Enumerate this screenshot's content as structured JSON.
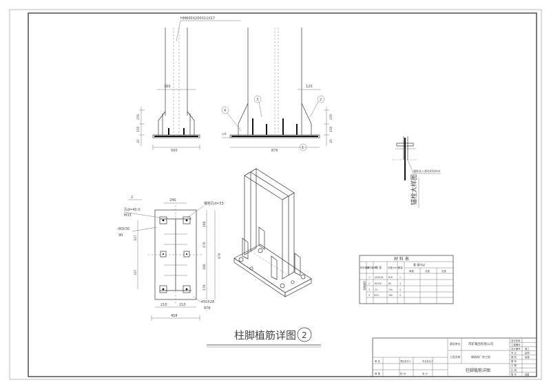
{
  "drawing": {
    "main_title": "柱脚植筋详图",
    "detail_number": "2",
    "detail_label": "锚栓大样图"
  },
  "elevation_left": {
    "member_label": "HM600X200X11X17",
    "top_dim": "360",
    "side_dims": [
      "250",
      "150",
      "20"
    ],
    "base_dim": "500"
  },
  "elevation_right": {
    "callouts": [
      "4",
      "3",
      "2",
      "1"
    ],
    "top_dim": "120",
    "side_dims": [
      "250",
      "150",
      "20"
    ],
    "base_dim": "876",
    "level_mark": "±0"
  },
  "plan": {
    "hole_left": "孔d=40.0",
    "bolt_size": "M33",
    "plate_left": "-80X30",
    "plate_left_sub": "90",
    "hole_right": "锚栓孔d=33",
    "top_dim": "240",
    "left_dim_a": "337",
    "left_dim_b": "337",
    "right_dims": [
      "186",
      "176",
      "186",
      "176"
    ],
    "right_total": "876",
    "bottom_dims": [
      "210",
      "210"
    ],
    "bottom_total": "458",
    "base_plate": "-450X28",
    "base_plate_sub": "876",
    "corner_mark": "2"
  },
  "anchor_detail": {
    "note": "锚栓长入承台450mm"
  },
  "materials_table": {
    "title": "材    料    表",
    "headers": [
      "构件编号",
      "零件编号",
      "截  面",
      "长度(mm)",
      "数量",
      "重    量(kg)"
    ],
    "weight_sub": [
      "单重",
      "共重",
      "总重"
    ],
    "component": "柱脚植筋",
    "rows": [
      {
        "no": "1",
        "section": "-450X28",
        "length": "876",
        "qty": "1"
      },
      {
        "no": "2",
        "section": "-80X30",
        "length": "80",
        "qty": "4"
      },
      {
        "no": "3",
        "section": "-15",
        "length": "150",
        "qty": "4"
      },
      {
        "no": "4",
        "section": "M33",
        "length": "780",
        "qty": "4"
      }
    ]
  },
  "title_block": {
    "company_label": "建设单位",
    "company": "市矿集团有限公司",
    "project_label": "工程名称",
    "project": "钢结构厂房工程",
    "drawing_name": "柱脚植筋详图",
    "right_labels": [
      "设计阶段",
      "工程编号",
      "设计编号",
      "专 业",
      "图 别",
      "图 号",
      "日 期",
      "比 例",
      "版 次"
    ],
    "right_values": [
      "",
      "",
      "施工",
      "结构",
      "结施",
      "",
      "",
      "",
      "08"
    ],
    "sign_labels": [
      "审 定",
      "项目负责人",
      "专业负责人",
      "审 核",
      "校 对",
      "设 计"
    ]
  }
}
